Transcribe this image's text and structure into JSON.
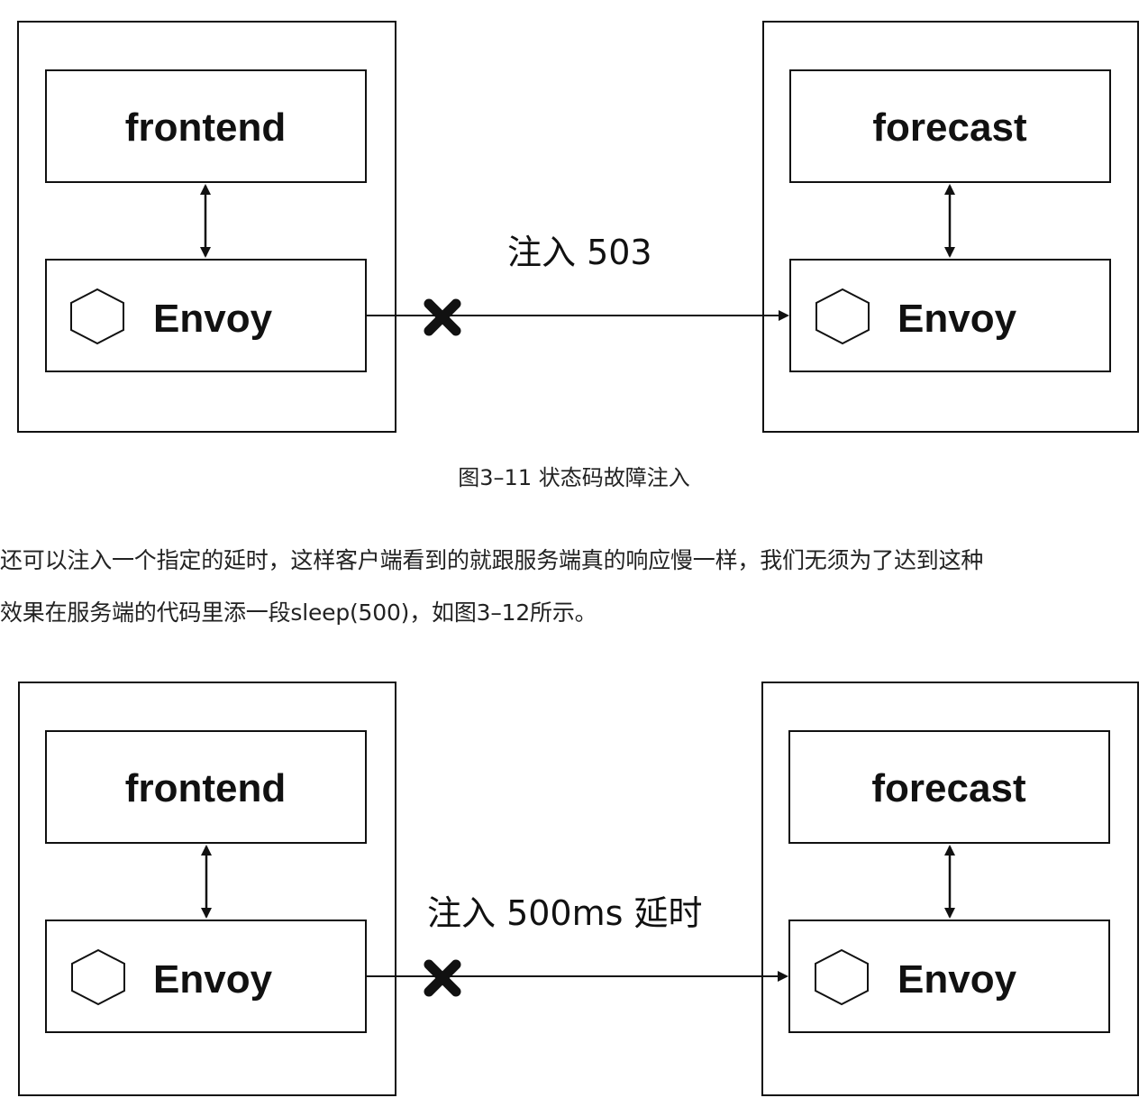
{
  "figure1": {
    "left_service": "frontend",
    "right_service": "forecast",
    "left_proxy": "Envoy",
    "right_proxy": "Envoy",
    "edge_label": "注入 503",
    "caption": "图3–11 状态码故障注入"
  },
  "paragraph": {
    "line1": "还可以注入一个指定的延时，这样客户端看到的就跟服务端真的响应慢一样，我们无须为了达到这种",
    "line2": "效果在服务端的代码里添一段sleep(500)，如图3–12所示。"
  },
  "figure2": {
    "left_service": "frontend",
    "right_service": "forecast",
    "left_proxy": "Envoy",
    "right_proxy": "Envoy",
    "edge_label": "注入 500ms 延时"
  }
}
